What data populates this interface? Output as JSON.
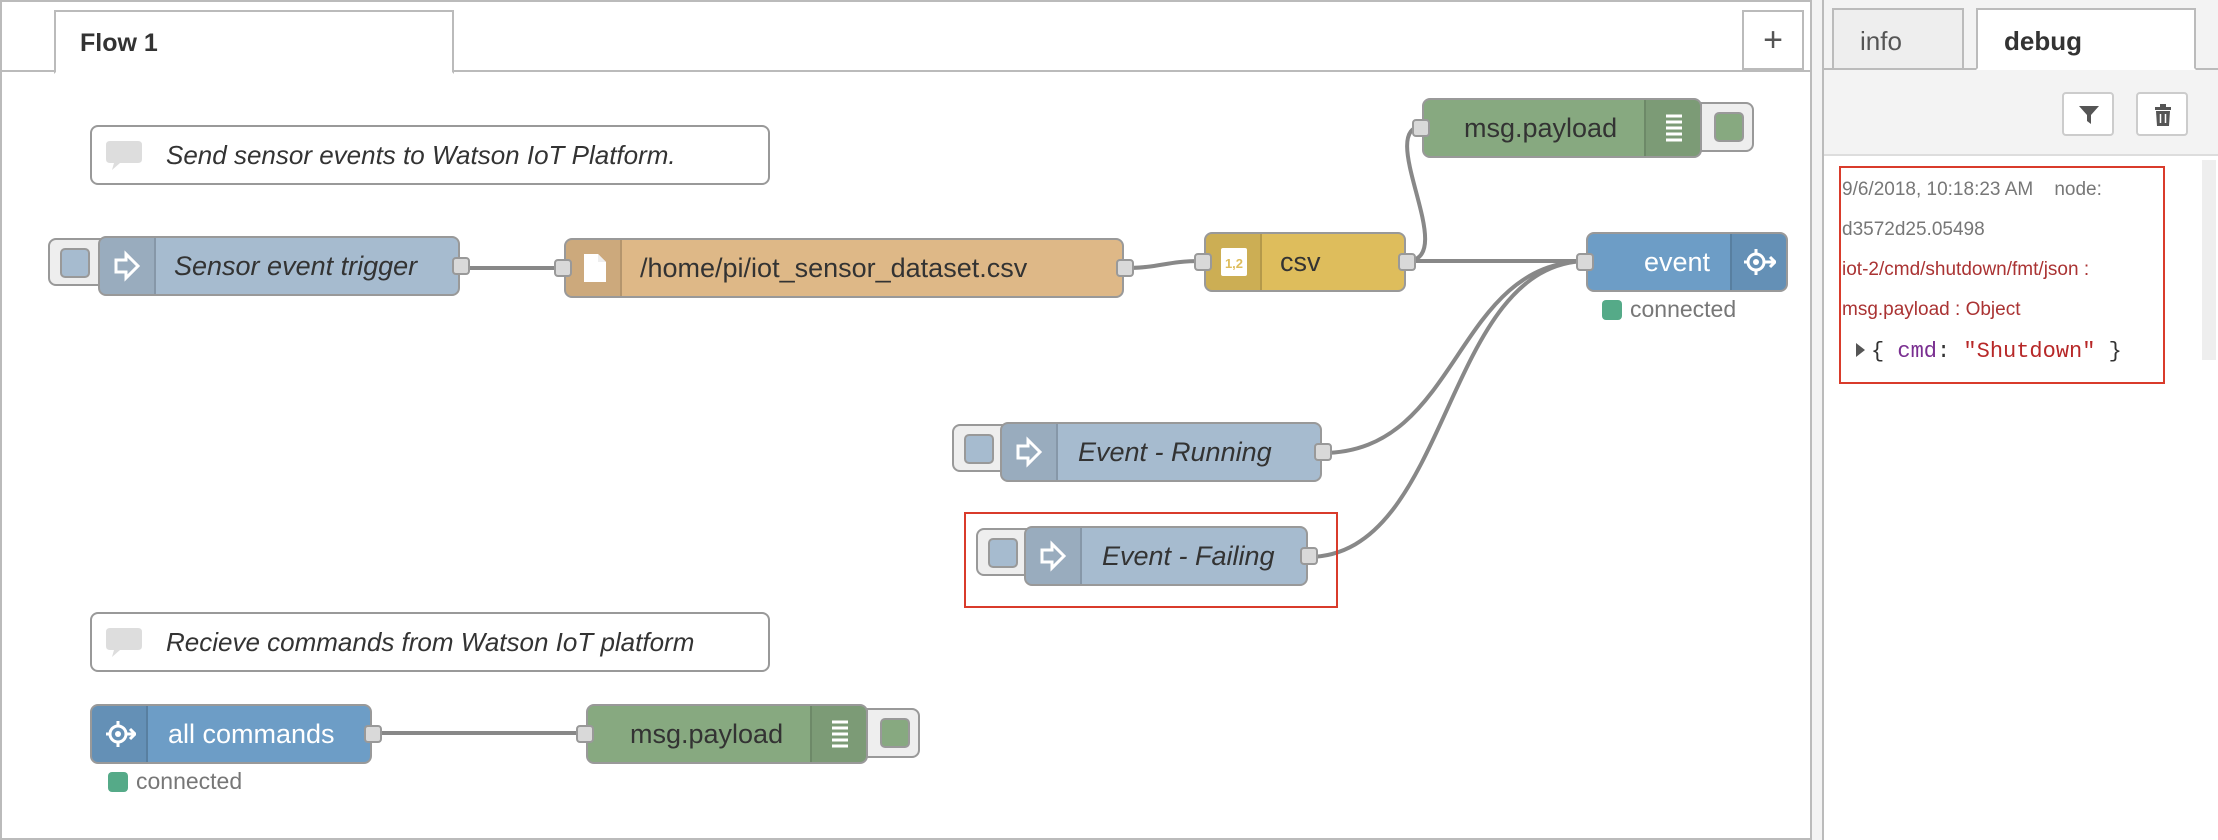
{
  "workspace": {
    "flow_tab": "Flow 1",
    "add_tab_symbol": "+"
  },
  "comments": {
    "send": "Send sensor events to Watson IoT Platform.",
    "receive": "Recieve commands from Watson IoT platform"
  },
  "nodes": {
    "sensor_trigger": "Sensor event trigger",
    "file_in": "/home/pi/iot_sensor_dataset.csv",
    "csv": "csv",
    "debug_top": "msg.payload",
    "event_out": "event",
    "event_out_status": "connected",
    "event_running": "Event - Running",
    "event_failing": "Event - Failing",
    "all_commands": "all commands",
    "all_commands_status": "connected",
    "debug_bottom": "msg.payload"
  },
  "sidebar": {
    "tabs": [
      "info",
      "debug"
    ],
    "active_tab": "debug",
    "message": {
      "timestamp": "9/6/2018, 10:18:23 AM",
      "node_label": "node:",
      "node_id": "d3572d25.05498",
      "topic": "iot-2/cmd/shutdown/fmt/json :",
      "type": "msg.payload : Object",
      "key": "cmd",
      "value": "\"Shutdown\""
    }
  },
  "colors": {
    "inject": "#a6bbcf",
    "file": "#deb887",
    "csv": "#debd5c",
    "debug": "#87a980",
    "watson": "#6d9dc6",
    "highlight": "#d93b2b"
  }
}
